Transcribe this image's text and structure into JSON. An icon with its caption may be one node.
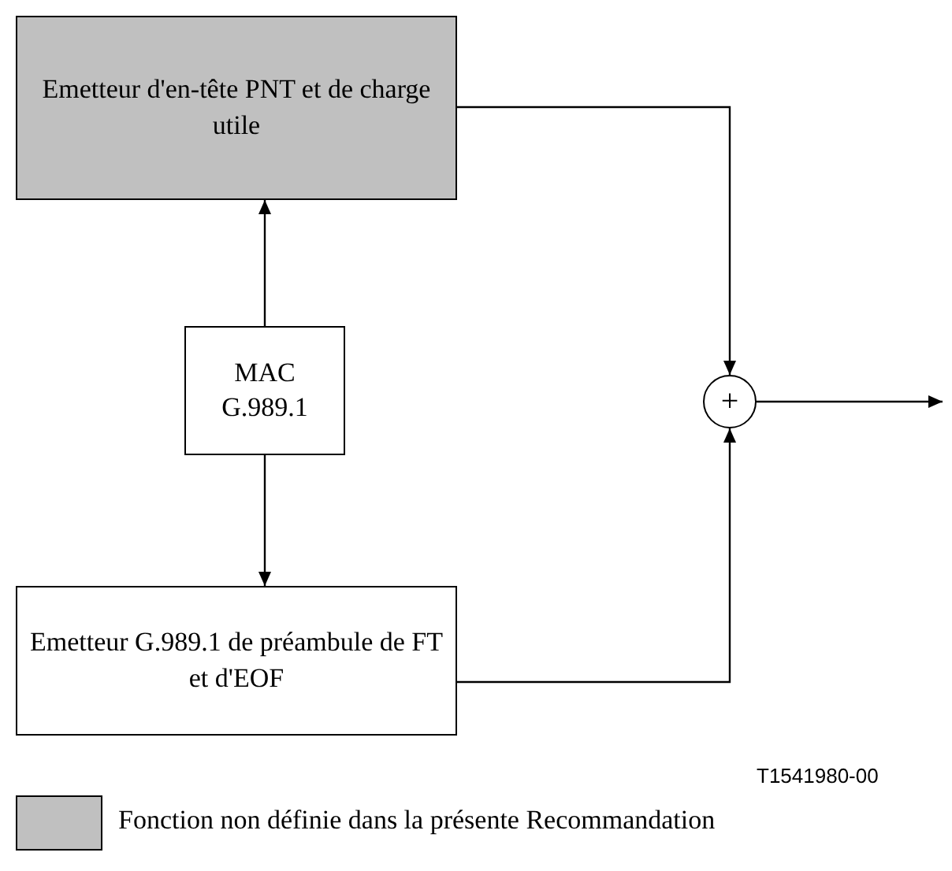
{
  "diagram": {
    "nodes": [
      {
        "text": [
          "Emetteur d'en-tête PNT et de charge utile"
        ]
      },
      {
        "text": [
          "MAC G.989.1"
        ]
      },
      {
        "text": [
          "Emetteur G.989.1 de préambule de FT et d'EOF"
        ]
      },
      {
        "text": [
          "+"
        ]
      }
    ],
    "edges": [
      {
        "from": 1,
        "to": 0,
        "arrow": "to"
      },
      {
        "from": 1,
        "to": 2,
        "arrow": "to"
      },
      {
        "from": 0,
        "to": 3,
        "arrow": "to"
      },
      {
        "from": 2,
        "to": 3,
        "arrow": "to"
      },
      {
        "from": 3,
        "to": null,
        "arrow": "to"
      }
    ],
    "labels": [
      "T1541980-00"
    ],
    "legend": [
      {
        "text": "Fonction non définie dans la présente Recommandation",
        "color": "#c0c0c0"
      }
    ]
  }
}
